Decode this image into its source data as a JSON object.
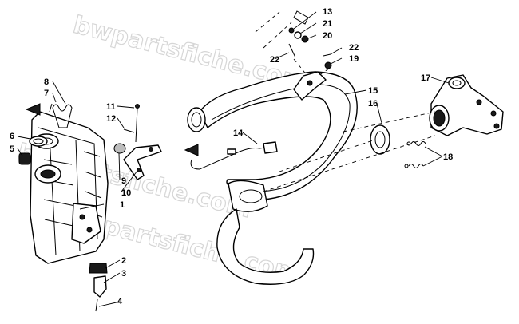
{
  "watermark": "bwpartsfiche.com",
  "callouts": {
    "p1": "1",
    "p2": "2",
    "p3": "3",
    "p4": "4",
    "p5": "5",
    "p6": "6",
    "p7": "7",
    "p8": "8",
    "p9": "9",
    "p10": "10",
    "p11": "11",
    "p12": "12",
    "p13": "13",
    "p14": "14",
    "p15": "15",
    "p16": "16",
    "p17": "17",
    "p18": "18",
    "p19": "19",
    "p20": "20",
    "p21": "21",
    "p22a": "22",
    "p22b": "22"
  }
}
